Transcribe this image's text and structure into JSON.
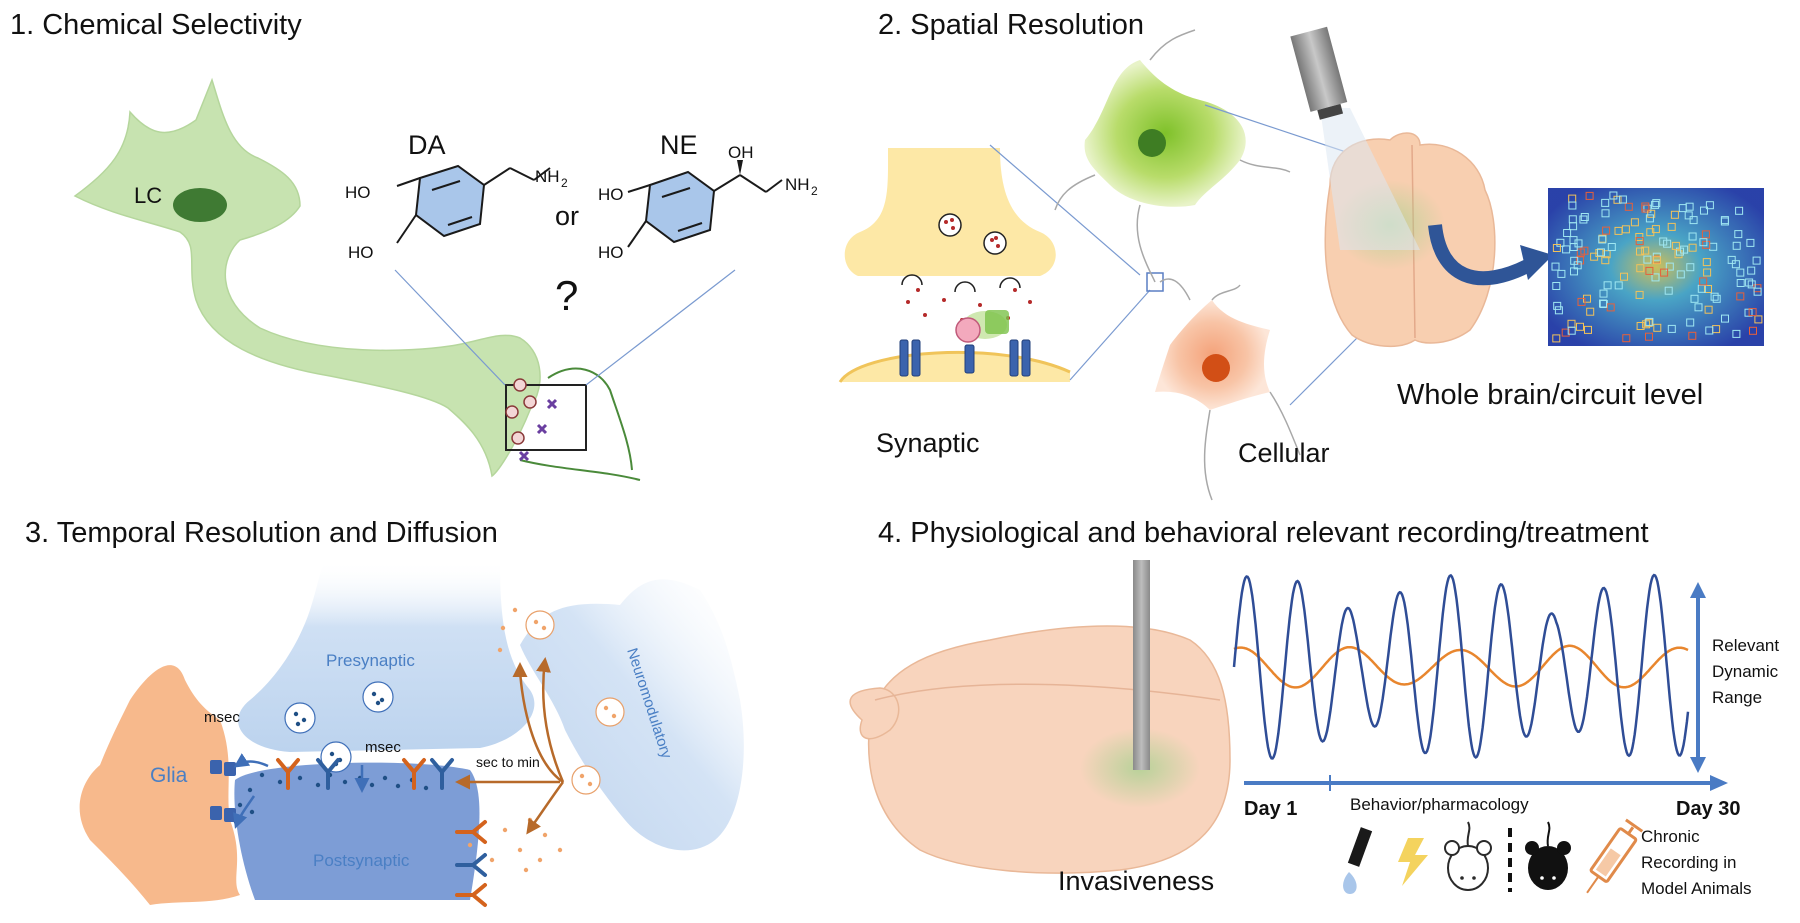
{
  "panels": {
    "p1": {
      "title": "1. Chemical Selectivity",
      "lc_label": "LC",
      "da_label": "DA",
      "ne_label": "NE",
      "or_label": "or",
      "question_label": "?",
      "ho": "HO",
      "oh": "OH",
      "nh2_main": "NH",
      "nh2_sub": "2"
    },
    "p2": {
      "title": "2. Spatial Resolution",
      "synaptic_label": "Synaptic",
      "cellular_label": "Cellular",
      "whole_label": "Whole brain/circuit level"
    },
    "p3": {
      "title": "3. Temporal Resolution and Diffusion",
      "glia_label": "Glia",
      "presynaptic_label": "Presynaptic",
      "postsynaptic_label": "Postsynaptic",
      "neuromodulatory_label": "Neuromodulatory",
      "msec_left": "msec",
      "msec_center": "msec",
      "sec_to_min": "sec to min"
    },
    "p4": {
      "title": "4. Physiological and behavioral relevant recording/treatment",
      "invasiveness_label": "Invasiveness",
      "range_line1": "Relevant",
      "range_line2": "Dynamic",
      "range_line3": "Range",
      "day1_label": "Day 1",
      "day30_label": "Day 30",
      "behavior_label": "Behavior/pharmacology",
      "chronic_line1": "Chronic",
      "chronic_line2": "Recording in",
      "chronic_line3": "Model Animals"
    }
  },
  "icons": [
    "dropper-icon",
    "lightning-icon",
    "mouse-white-icon",
    "mouse-black-icon",
    "syringe-icon"
  ],
  "colors": {
    "neuron_green": "#c7e3b0",
    "lc_nucleus": "#3f7a33",
    "molecule_ring": "#a9c6ea",
    "presyn_yellow": "#fde8a6",
    "receptor_blue": "#3b63ad",
    "brain_peach": "#f8cfb0",
    "glia_orange": "#f7b98c",
    "postsyn_blue": "#7d9dd6",
    "wave_blue": "#2f4d96",
    "wave_orange": "#e8862e",
    "arrow_blue": "#4a7bc4"
  }
}
